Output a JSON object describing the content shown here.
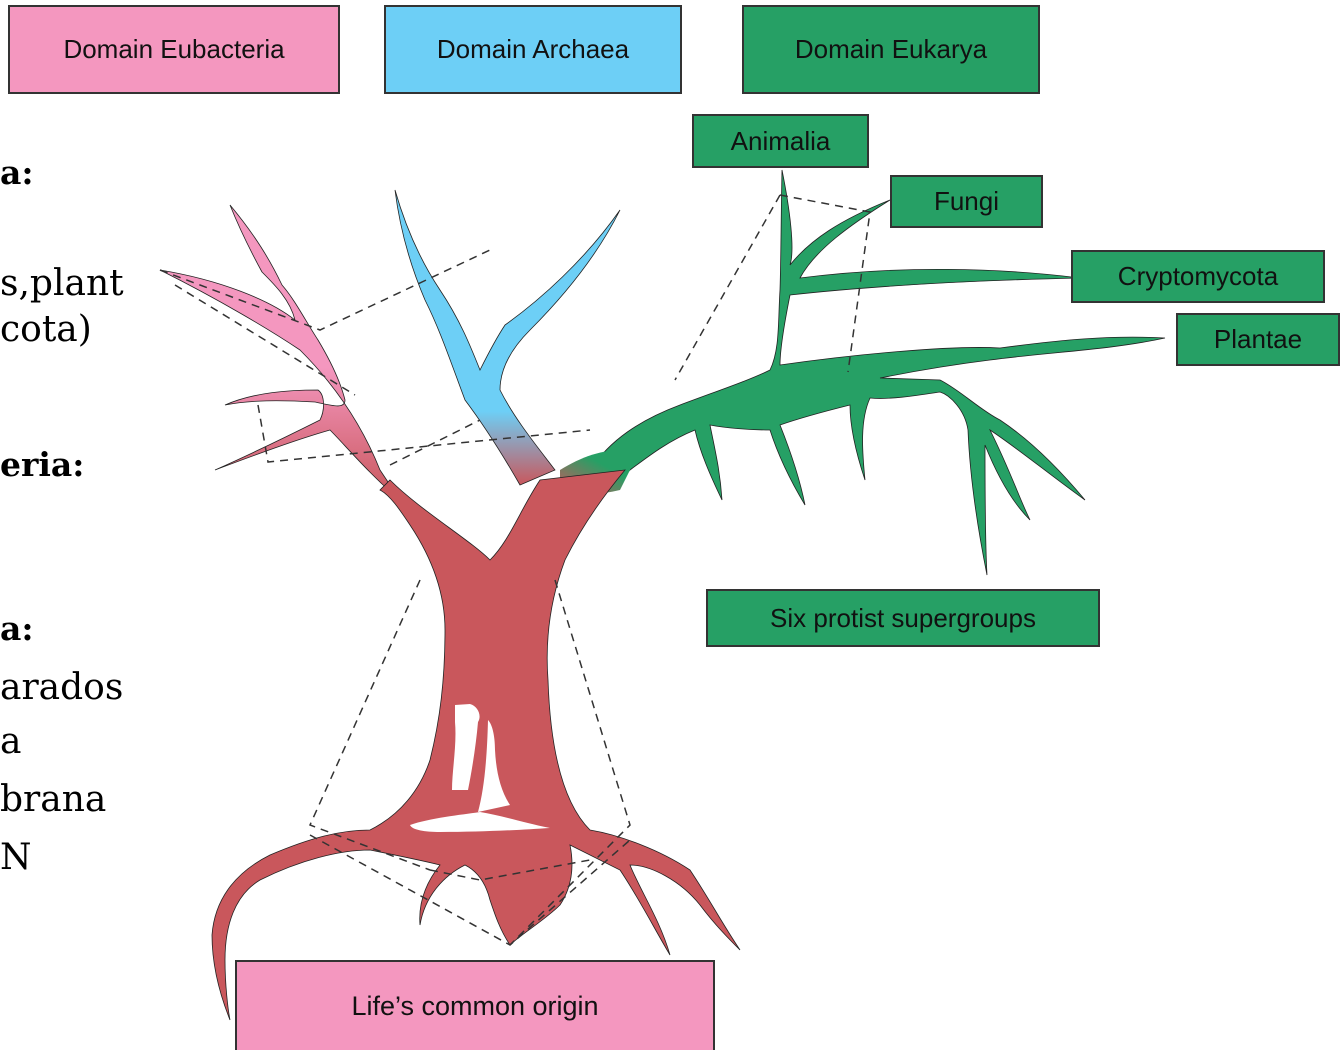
{
  "domains": {
    "eubacteria": "Domain Eubacteria",
    "archaea": "Domain Archaea",
    "eukarya": "Domain Eukarya"
  },
  "kingdoms": {
    "animalia": "Animalia",
    "fungi": "Fungi",
    "cryptomycota": "Cryptomycota",
    "plantae": "Plantae",
    "protists": "Six protist supergroups"
  },
  "origin": "Life’s common origin",
  "side_text": {
    "line1": "a:",
    "line2": "s,plant",
    "line3": "cota)",
    "line4": "eria:",
    "line5": "a:",
    "line6": "arados",
    "line7": "a",
    "line8": "brana",
    "line9": "N"
  },
  "colors": {
    "eubacteria": "#f497bf",
    "archaea": "#6dcff6",
    "eukarya": "#26a065",
    "trunk": "#c9575c"
  }
}
